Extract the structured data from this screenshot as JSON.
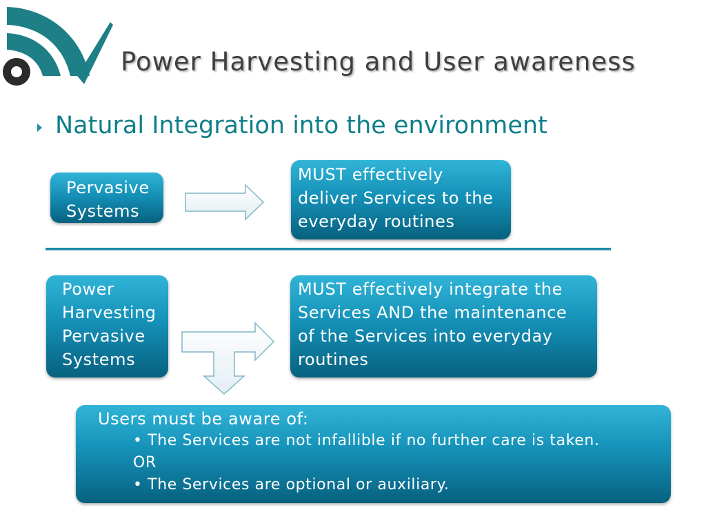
{
  "slide": {
    "title": "Power Harvesting and User awareness",
    "bullet": "Natural Integration into the environment"
  },
  "boxes": {
    "pervasive_systems": "Pervasive\nSystems",
    "must_deliver": "MUST effectively\ndeliver Services to the\neveryday routines",
    "power_harvesting": "Power\nHarvesting\nPervasive\nSystems",
    "must_integrate": "MUST effectively integrate the\nServices AND the maintenance\nof the Services into everyday\nroutines"
  },
  "awareness": {
    "heading": "Users must be aware of:",
    "item1": "• The Services are not infallible if no further care is taken.",
    "or": "OR",
    "item2": "• The Services are optional or auxiliary."
  },
  "colors": {
    "logo_teal": "#1f7f86",
    "logo_dark": "#2b2b2b",
    "box_light": "#31b4d8",
    "box_dark": "#07617f",
    "heading_teal": "#0e7f8a"
  }
}
